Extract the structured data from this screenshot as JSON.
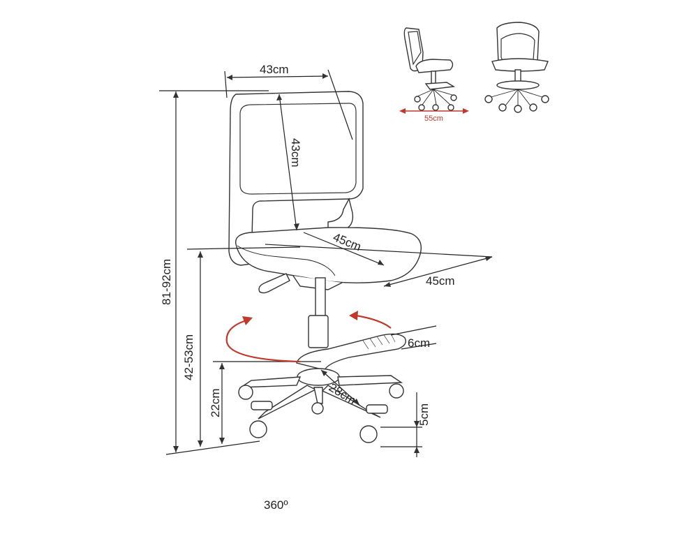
{
  "dimensions": {
    "seat_width": "43cm",
    "backrest_height": "43cm",
    "seat_depth_inner": "45cm",
    "seat_depth_outer": "45cm",
    "footrest_width": "6cm",
    "base_radius": "28cm",
    "caster_height": "5cm",
    "footrest_height": "22cm",
    "seat_height": "42-53cm",
    "total_height": "81-92cm",
    "thumbnail_width": "55cm"
  },
  "rotation_label": "360º",
  "colors": {
    "line": "#222222",
    "accent_red": "#c0392b"
  }
}
